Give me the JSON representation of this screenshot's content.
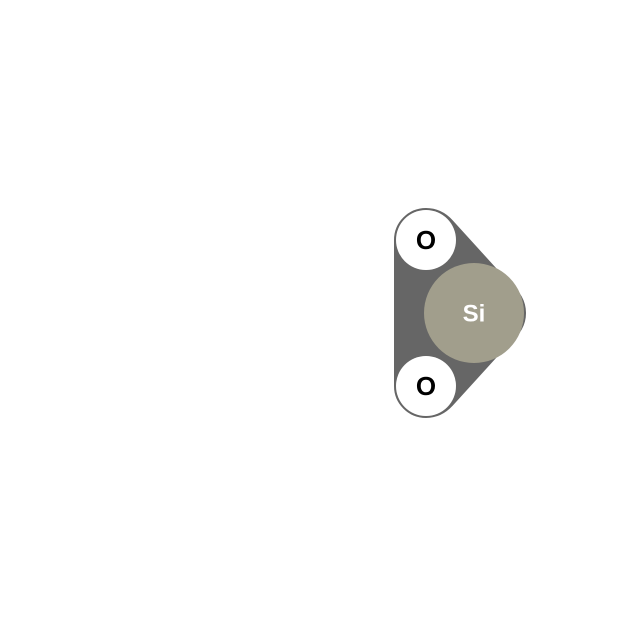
{
  "diagram": {
    "colors": {
      "background": "#ffffff",
      "bond_fill": "#666666",
      "outline": "#666666",
      "oxygen_fill": "#ffffff",
      "oxygen_text": "#000000",
      "silicon_fill": "#a19e8c",
      "silicon_text": "#ffffff"
    },
    "atoms": [
      {
        "id": "o-top",
        "element": "oxygen",
        "label": "O"
      },
      {
        "id": "si",
        "element": "silicon",
        "label": "Si"
      },
      {
        "id": "o-bottom",
        "element": "oxygen",
        "label": "O"
      }
    ]
  }
}
